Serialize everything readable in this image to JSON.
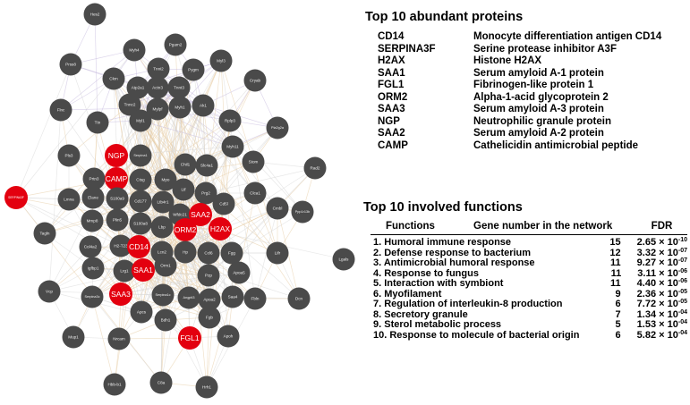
{
  "colors": {
    "node_default": "#4a4a4a",
    "node_highlight": "#e3000f",
    "edge_purple": "#c8bde0",
    "edge_orange": "#e8cfa8",
    "edge_grey": "#d8d8d8"
  },
  "network": {
    "nodes": [
      {
        "label": "Hes2"
      },
      {
        "label": "Prss8"
      },
      {
        "label": "Myh4"
      },
      {
        "label": "Pgam2"
      },
      {
        "label": "Myl3"
      },
      {
        "label": "Pygm"
      },
      {
        "label": "Tnni2"
      },
      {
        "label": "Ckm"
      },
      {
        "label": "Atp2a1"
      },
      {
        "label": "Actn3"
      },
      {
        "label": "Tnnt3"
      },
      {
        "label": "Cryab"
      },
      {
        "label": "Tnnc2"
      },
      {
        "label": "Mylpf"
      },
      {
        "label": "Myh1"
      },
      {
        "label": "Ak1"
      },
      {
        "label": "Myl1"
      },
      {
        "label": "Flnc"
      },
      {
        "label": "Ttn"
      },
      {
        "label": "Rplp3"
      },
      {
        "label": "Pla2g2a"
      },
      {
        "label": "Myh11"
      },
      {
        "label": "Pls3"
      },
      {
        "label": "NGP",
        "highlight": true
      },
      {
        "label": "Serpina1"
      },
      {
        "label": "Prtn3"
      },
      {
        "label": "CAMP",
        "highlight": true
      },
      {
        "label": "Ctsg"
      },
      {
        "label": "Mpo"
      },
      {
        "label": "Chil1"
      },
      {
        "label": "Slc4a1"
      },
      {
        "label": "Stom"
      },
      {
        "label": "Rad2"
      },
      {
        "label": "SERPINA3F",
        "highlight": true
      },
      {
        "label": "Lmna"
      },
      {
        "label": "Elane"
      },
      {
        "label": "S100a9"
      },
      {
        "label": "Cd177"
      },
      {
        "label": "Ltb4r1"
      },
      {
        "label": "Ltf"
      },
      {
        "label": "Prg2"
      },
      {
        "label": "Cd5l"
      },
      {
        "label": "Clca1"
      },
      {
        "label": "Cmbl"
      },
      {
        "label": "Ppp1r13b"
      },
      {
        "label": "Mmp8"
      },
      {
        "label": "Plin5"
      },
      {
        "label": "S100a8"
      },
      {
        "label": "Lbp"
      },
      {
        "label": "Wfdc21"
      },
      {
        "label": "SAA2",
        "highlight": true
      },
      {
        "label": "ORM2",
        "highlight": true
      },
      {
        "label": "H2AX",
        "highlight": true
      },
      {
        "label": "Col4a2"
      },
      {
        "label": "H2-T23"
      },
      {
        "label": "CD14",
        "highlight": true
      },
      {
        "label": "Lcn2"
      },
      {
        "label": "Hp"
      },
      {
        "label": "Ccl6"
      },
      {
        "label": "Fgg"
      },
      {
        "label": "Lifr"
      },
      {
        "label": "Igfbp1"
      },
      {
        "label": "Lrg1"
      },
      {
        "label": "SAA1",
        "highlight": true
      },
      {
        "label": "Orm1"
      },
      {
        "label": "Pzp"
      },
      {
        "label": "Apoa5"
      },
      {
        "label": "Tagln"
      },
      {
        "label": "Vcp"
      },
      {
        "label": "Serpina3c"
      },
      {
        "label": "SAA3",
        "highlight": true
      },
      {
        "label": "Serpina1c"
      },
      {
        "label": "Angptl3"
      },
      {
        "label": "Apoa2"
      },
      {
        "label": "Saa4"
      },
      {
        "label": "Fbln"
      },
      {
        "label": "Dcn"
      },
      {
        "label": "Lgals"
      },
      {
        "label": "Apcs"
      },
      {
        "label": "Bdh1"
      },
      {
        "label": "Fgb"
      },
      {
        "label": "FGL1",
        "highlight": true
      },
      {
        "label": "Apoh"
      },
      {
        "label": "Mup1"
      },
      {
        "label": "Nrcam"
      },
      {
        "label": "Hbb-b1"
      },
      {
        "label": "C8a"
      },
      {
        "label": "Hrh1"
      }
    ]
  },
  "proteins": {
    "title": "Top 10 abundant proteins",
    "rows": [
      {
        "symbol": "CD14",
        "name": "Monocyte differentiation antigen CD14"
      },
      {
        "symbol": "SERPINA3F",
        "name": "Serine protease inhibitor A3F"
      },
      {
        "symbol": "H2AX",
        "name": "Histone H2AX"
      },
      {
        "symbol": "SAA1",
        "name": "Serum amyloid A-1 protein"
      },
      {
        "symbol": "FGL1",
        "name": "Fibrinogen-like protein 1"
      },
      {
        "symbol": "ORM2",
        "name": "Alpha-1-acid glycoprotein 2"
      },
      {
        "symbol": "SAA3",
        "name": "Serum amyloid A-3 protein"
      },
      {
        "symbol": "NGP",
        "name": "Neutrophilic granule protein"
      },
      {
        "symbol": "SAA2",
        "name": "Serum amyloid A-2 protein"
      },
      {
        "symbol": "CAMP",
        "name": "Cathelicidin antimicrobial peptide"
      }
    ]
  },
  "functions": {
    "title": "Top 10 involved functions",
    "headers": {
      "functions": "Functions",
      "gene_number": "Gene number in the network",
      "fdr": "FDR"
    },
    "rows": [
      {
        "name": "1. Humoral immune response",
        "genes": "15",
        "mantissa": "2.65",
        "exponent": "-10"
      },
      {
        "name": "2. Defense response to bacterium",
        "genes": "12",
        "mantissa": "3.32",
        "exponent": "-07"
      },
      {
        "name": "3. Antimicrobial humoral response",
        "genes": "11",
        "mantissa": "9.27",
        "exponent": "-07"
      },
      {
        "name": "4. Response to fungus",
        "genes": "11",
        "mantissa": "3.11",
        "exponent": "-06"
      },
      {
        "name": "5. Interaction with symbiont",
        "genes": "11",
        "mantissa": "4.40",
        "exponent": "-06"
      },
      {
        "name": "6. Myofilament",
        "genes": "9",
        "mantissa": "2.36",
        "exponent": "-05"
      },
      {
        "name": "7. Regulation of interleukin-8 production",
        "genes": "6",
        "mantissa": "7.72",
        "exponent": "-05"
      },
      {
        "name": "8. Secretory granule",
        "genes": "7",
        "mantissa": "1.34",
        "exponent": "-04"
      },
      {
        "name": "9. Sterol metabolic process",
        "genes": "5",
        "mantissa": "1.53",
        "exponent": "-04"
      },
      {
        "name": "10. Response to molecule of bacterial origin",
        "genes": "6",
        "mantissa": "5.82",
        "exponent": "-04"
      }
    ],
    "times_sign": "× 10"
  }
}
